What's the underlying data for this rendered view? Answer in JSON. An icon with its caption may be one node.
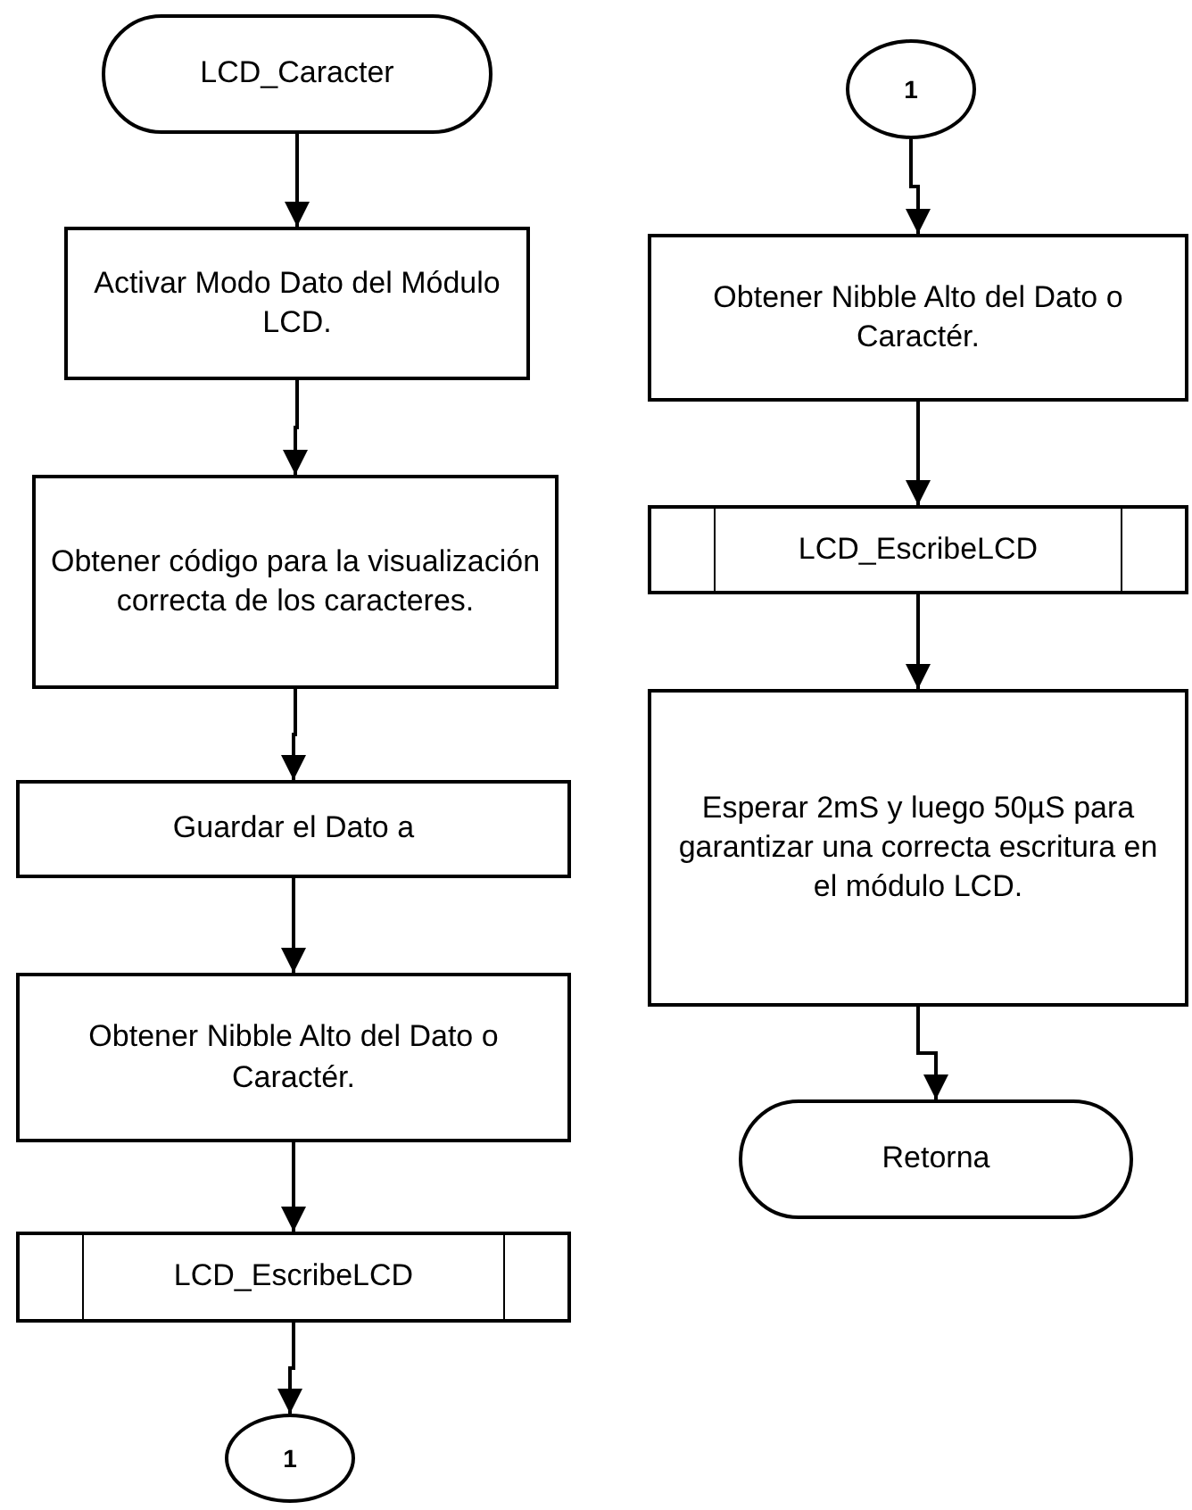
{
  "diagram": {
    "nodes": [
      {
        "text": [
          "LCD_Caracter"
        ]
      },
      {
        "text": [
          "Activar Modo Dato del Módulo LCD."
        ]
      },
      {
        "text": [
          "Obtener código para la visualización correcta de los caracteres."
        ]
      },
      {
        "text": [
          "Guardar el Dato a"
        ]
      },
      {
        "text": [
          "Obtener Nibble Alto del Dato o Caractér."
        ]
      },
      {
        "text": [
          "LCD_EscribeLCD"
        ]
      },
      {
        "text": [
          "1"
        ]
      },
      {
        "text": [
          "1"
        ]
      },
      {
        "text": [
          "Obtener Nibble Alto del Dato o Caractér."
        ]
      },
      {
        "text": [
          "LCD_EscribeLCD"
        ]
      },
      {
        "text": [
          "Esperar 2mS y luego 50µS para garantizar una correcta escritura en el módulo LCD."
        ]
      },
      {
        "text": [
          "Retorna"
        ]
      }
    ],
    "edges": [
      {
        "from": 0,
        "to": 1,
        "arrow": "to"
      },
      {
        "from": 1,
        "to": 2,
        "arrow": "to"
      },
      {
        "from": 2,
        "to": 3,
        "arrow": "to"
      },
      {
        "from": 3,
        "to": 4,
        "arrow": "to"
      },
      {
        "from": 4,
        "to": 5,
        "arrow": "to"
      },
      {
        "from": 5,
        "to": 6,
        "arrow": "to"
      },
      {
        "from": 7,
        "to": 8,
        "arrow": "to"
      },
      {
        "from": 8,
        "to": 9,
        "arrow": "to"
      },
      {
        "from": 9,
        "to": 10,
        "arrow": "to"
      },
      {
        "from": 10,
        "to": 11,
        "arrow": "to"
      }
    ]
  }
}
